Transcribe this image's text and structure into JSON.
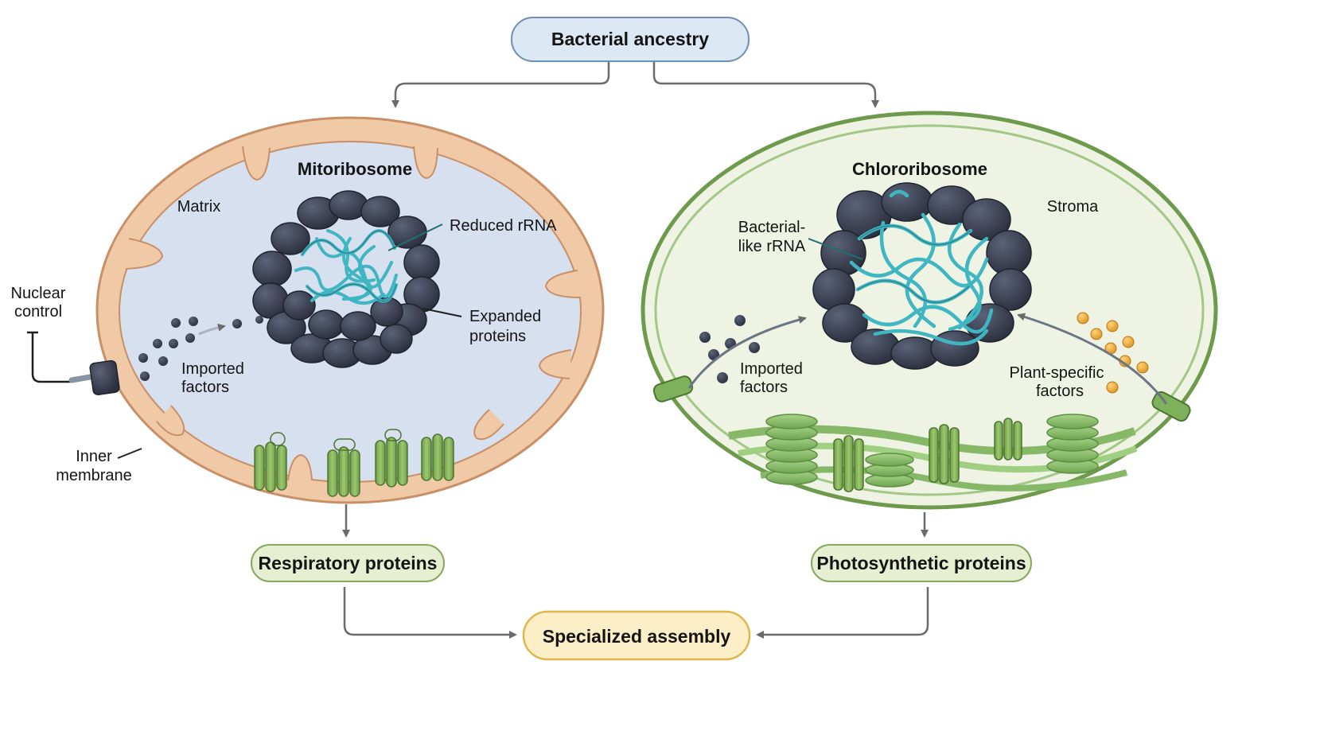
{
  "boxes": {
    "top": "Bacterial ancestry",
    "respiratory": "Respiratory proteins",
    "photosynthetic": "Photosynthetic proteins",
    "assembly": "Specialized assembly"
  },
  "mito": {
    "title": "Mitoribosome",
    "matrix": "Matrix",
    "reduced_rrna": "Reduced rRNA",
    "expanded_1": "Expanded",
    "expanded_2": "proteins",
    "imported_1": "Imported",
    "imported_2": "factors",
    "nuclear_1": "Nuclear",
    "nuclear_2": "control",
    "inner_1": "Inner",
    "inner_2": "membrane"
  },
  "chloro": {
    "title": "Chlororibosome",
    "stroma": "Stroma",
    "bact_1": "Bacterial-",
    "bact_2": "like rRNA",
    "imported_1": "Imported",
    "imported_2": "factors",
    "plant_1": "Plant-specific",
    "plant_2": "factors"
  },
  "colors": {
    "mito_membrane": "#f0c9a6",
    "mito_outline": "#c98f66",
    "mito_matrix": "#d7e0ef",
    "chloro_membrane": "#6e9a4c",
    "chloro_stroma": "#eef3e3",
    "ribosome_protein": "#363d4e",
    "rrna": "#3fb6c2",
    "top_box": "#dde8f5",
    "green_box": "#e6efd2",
    "assembly_box": "#fcefc8",
    "thylakoid": "#8ac06a"
  }
}
